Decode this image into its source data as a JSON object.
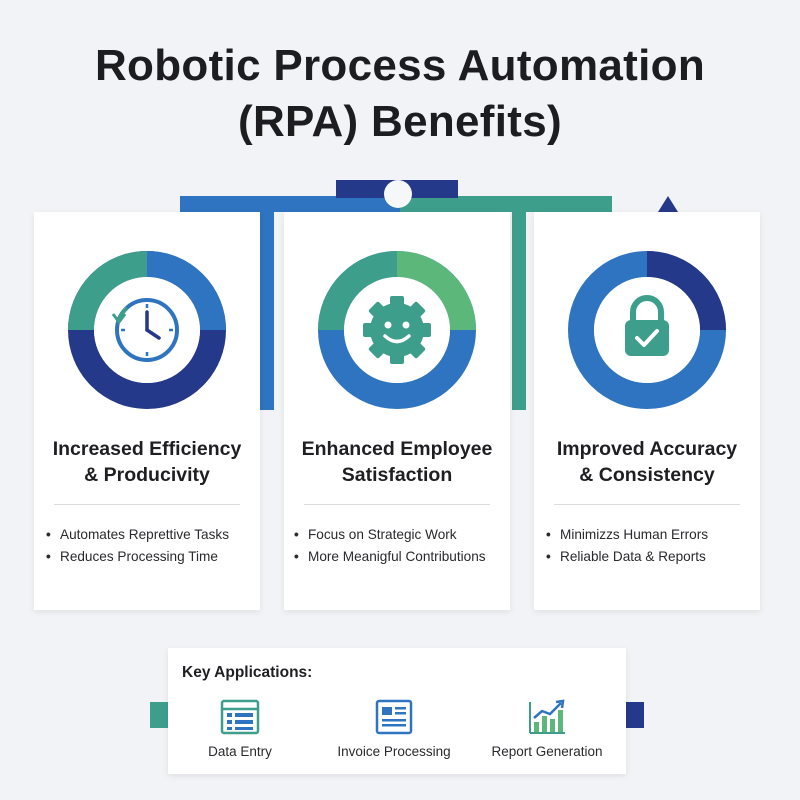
{
  "title": {
    "line1": "Robotic Process Automation",
    "line2": "(RPA) Benefits)"
  },
  "colors": {
    "navy": "#25398a",
    "blue": "#2f74c0",
    "green": "#3e9e8c",
    "light_green": "#5cb87a"
  },
  "cards": [
    {
      "icon": "clock-icon",
      "title_line1": "Increased Efficiency",
      "title_line2": "& Producivity",
      "bullets": [
        "Automates Reprettive Tasks",
        "Reduces Processing Time"
      ]
    },
    {
      "icon": "smiling-gear-icon",
      "title_line1": "Enhanced Employee",
      "title_line2": "Satisfaction",
      "bullets": [
        "Focus on Strategic Work",
        "More Meanigful Contributions"
      ]
    },
    {
      "icon": "padlock-check-icon",
      "title_line1": "Improved Accuracy",
      "title_line2": "& Consistency",
      "bullets": [
        "Minimizzs Human Errors",
        "Reliable Data & Reports"
      ]
    }
  ],
  "bullet_char": "•",
  "key_applications": {
    "title": "Key Applications:",
    "items": [
      {
        "icon": "data-grid-icon",
        "label": "Data Entry"
      },
      {
        "icon": "invoice-document-icon",
        "label": "Invoice Processing"
      },
      {
        "icon": "bar-chart-trend-icon",
        "label": "Report Generation"
      }
    ]
  }
}
